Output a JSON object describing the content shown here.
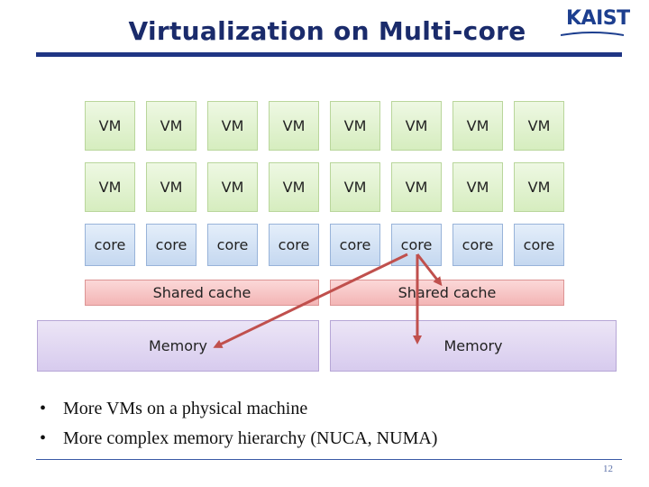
{
  "title": "Virtualization on Multi-core",
  "logo": "KAIST",
  "vm_row_1": [
    "VM",
    "VM",
    "VM",
    "VM",
    "VM",
    "VM",
    "VM",
    "VM"
  ],
  "vm_row_2": [
    "VM",
    "VM",
    "VM",
    "VM",
    "VM",
    "VM",
    "VM",
    "VM"
  ],
  "cores": [
    "core",
    "core",
    "core",
    "core",
    "core",
    "core",
    "core",
    "core"
  ],
  "caches": [
    "Shared cache",
    "Shared cache"
  ],
  "memories": [
    "Memory",
    "Memory"
  ],
  "bullets": [
    "More VMs on a physical machine",
    "More complex memory hierarchy (NUCA, NUMA)"
  ],
  "bullet_symbol": "•",
  "page_number": "12",
  "colors": {
    "title": "#1a2b6b",
    "rule": "#1f3584",
    "vm_fill": "#d6edbf",
    "core_fill": "#c5d8f0",
    "cache_fill": "#f3b5b5",
    "memory_fill": "#d7cbee",
    "arrow": "#c0504d"
  }
}
